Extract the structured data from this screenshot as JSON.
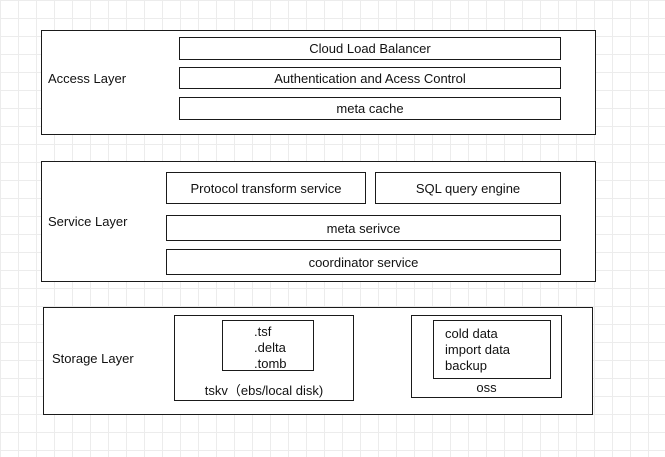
{
  "access_layer": {
    "label": "Access Layer",
    "components": [
      "Cloud Load Balancer",
      "Authentication and Acess Control",
      "meta cache"
    ]
  },
  "service_layer": {
    "label": "Service Layer",
    "components": [
      "Protocol transform service",
      "SQL query engine",
      "meta serivce",
      "coordinator service"
    ]
  },
  "storage_layer": {
    "label": "Storage Layer",
    "tskv": {
      "label": "tskv（ebs/local disk)",
      "files": [
        ".tsf",
        ".delta",
        ".tomb"
      ]
    },
    "oss": {
      "label": "oss",
      "items": [
        "cold data",
        "import data",
        "backup"
      ]
    }
  }
}
